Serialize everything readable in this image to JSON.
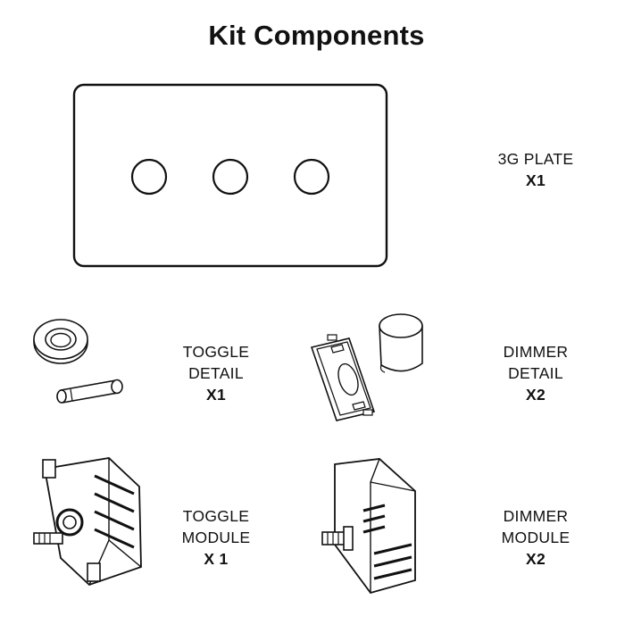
{
  "title": "Kit Components",
  "items": [
    {
      "lines": [
        "3G PLATE"
      ],
      "qty": "X1"
    },
    {
      "lines": [
        "TOGGLE",
        "DETAIL"
      ],
      "qty": "X1"
    },
    {
      "lines": [
        "DIMMER",
        "DETAIL"
      ],
      "qty": "X2"
    },
    {
      "lines": [
        "TOGGLE",
        "MODULE"
      ],
      "qty": "X 1"
    },
    {
      "lines": [
        "DIMMER",
        "MODULE"
      ],
      "qty": "X2"
    }
  ]
}
